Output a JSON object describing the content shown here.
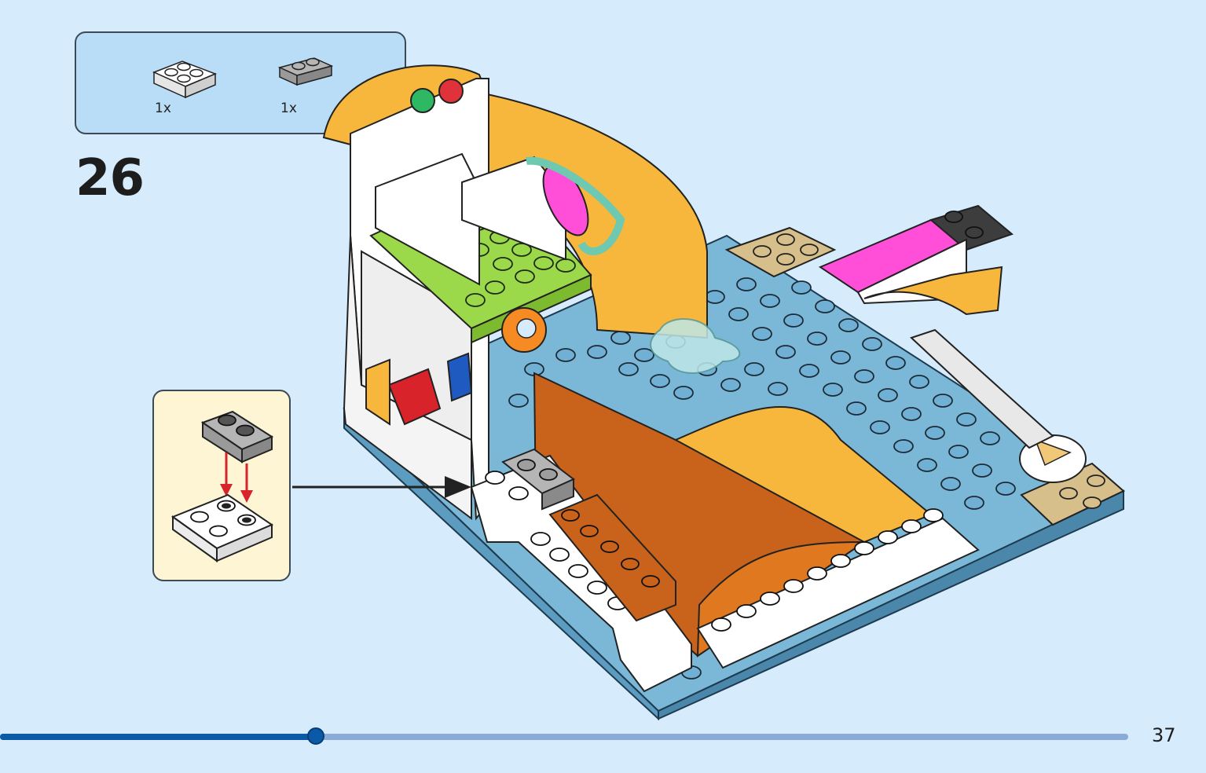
{
  "parts_list": {
    "items": [
      {
        "name": "white-plate-2x2",
        "qty": "1x",
        "color": "#ffffff"
      },
      {
        "name": "gray-plate-1x2",
        "qty": "1x",
        "color": "#a9a9a9"
      }
    ]
  },
  "step": {
    "number": "26"
  },
  "page": {
    "number": "37"
  },
  "progress": {
    "fraction": 0.28,
    "fill_color": "#0a5aa8",
    "track_color": "#8aaad8"
  },
  "colors": {
    "background": "#d6ebfb",
    "baseplate": "#7bb8d8",
    "orange_slide": "#f7b73c",
    "dark_orange": "#c9621a",
    "lime_green": "#9bd84a",
    "magenta": "#ff4fd8",
    "tan": "#d6bf8a",
    "arrow_red": "#d8232a"
  }
}
